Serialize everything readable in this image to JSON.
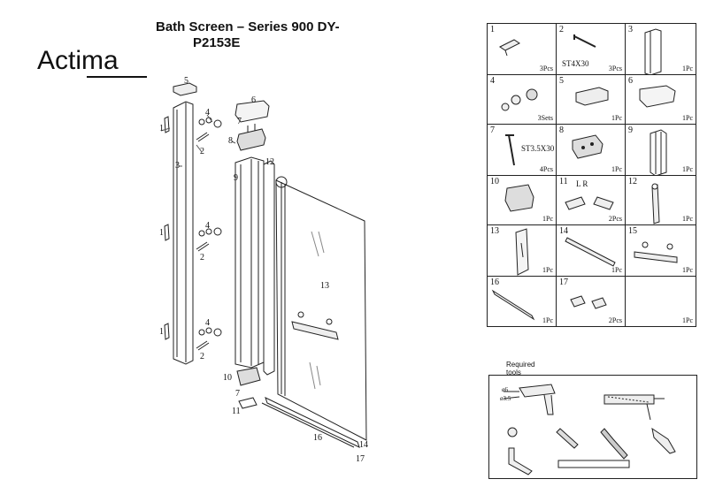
{
  "header": {
    "title_line1": "Bath Screen – Series 900 DY-",
    "title_line2": "P2153E",
    "brand": "Actima"
  },
  "diagram_callouts": [
    "1",
    "2",
    "3",
    "4",
    "1",
    "4",
    "2",
    "1",
    "4",
    "2",
    "5",
    "6",
    "7",
    "8",
    "9",
    "12",
    "13",
    "10",
    "7",
    "11",
    "16",
    "14",
    "17"
  ],
  "parts": [
    {
      "num": "1",
      "code": "",
      "qty": "3Pcs"
    },
    {
      "num": "2",
      "code": "ST4X30",
      "qty": "3Pcs"
    },
    {
      "num": "3",
      "code": "",
      "qty": "1Pc"
    },
    {
      "num": "4",
      "code": "",
      "qty": "3Sets"
    },
    {
      "num": "5",
      "code": "",
      "qty": "1Pc"
    },
    {
      "num": "6",
      "code": "",
      "qty": "1Pc"
    },
    {
      "num": "7",
      "code": "ST3.5X30",
      "qty": "4Pcs"
    },
    {
      "num": "8",
      "code": "",
      "qty": "1Pc"
    },
    {
      "num": "9",
      "code": "",
      "qty": "1Pc"
    },
    {
      "num": "10",
      "code": "",
      "qty": "1Pc"
    },
    {
      "num": "11",
      "code": "L      R",
      "qty": "2Pcs"
    },
    {
      "num": "12",
      "code": "",
      "qty": "1Pc"
    },
    {
      "num": "13",
      "code": "",
      "qty": "1Pc"
    },
    {
      "num": "14",
      "code": "",
      "qty": "1Pc"
    },
    {
      "num": "15",
      "code": "",
      "qty": "1Pc"
    },
    {
      "num": "16",
      "code": "",
      "qty": "1Pc"
    },
    {
      "num": "17",
      "code": "",
      "qty": "2Pcs"
    },
    {
      "num": "",
      "code": "",
      "qty": "1Pc"
    }
  ],
  "tools": {
    "title_line1": "Required",
    "title_line2": "tools",
    "drill_bit_1": "ø6",
    "drill_bit_2": "ø3.5"
  }
}
